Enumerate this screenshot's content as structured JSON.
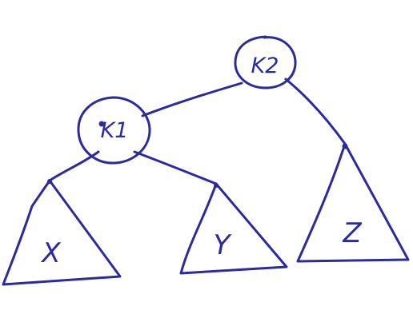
{
  "diagram": {
    "ink_color": "#2b2a9e",
    "background": "#ffffff",
    "nodes": [
      {
        "id": "k2",
        "label": "K2"
      },
      {
        "id": "k1",
        "label": "K1"
      }
    ],
    "subtrees": [
      {
        "id": "x",
        "label": "X"
      },
      {
        "id": "y",
        "label": "Y"
      },
      {
        "id": "z",
        "label": "Z"
      }
    ],
    "edges": [
      {
        "from": "k2",
        "to": "k1"
      },
      {
        "from": "k2",
        "to": "z"
      },
      {
        "from": "k1",
        "to": "x"
      },
      {
        "from": "k1",
        "to": "y"
      }
    ]
  }
}
